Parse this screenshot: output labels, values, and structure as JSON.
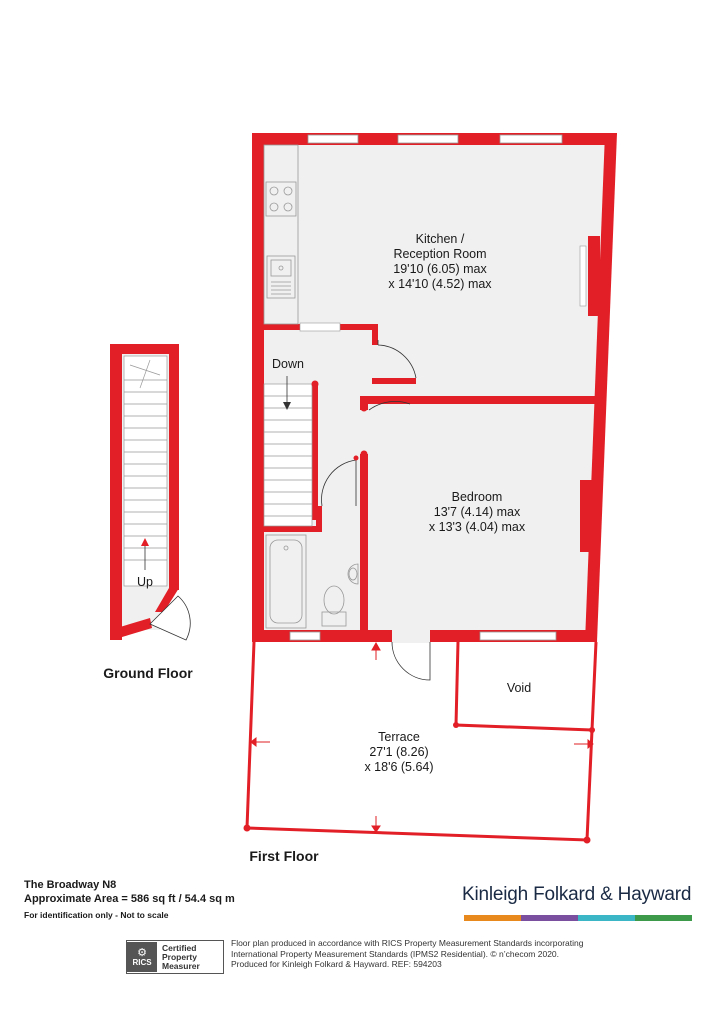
{
  "floors": {
    "ground": "Ground Floor",
    "first": "First Floor"
  },
  "rooms": {
    "kitchen": {
      "name1": "Kitchen /",
      "name2": "Reception Room",
      "dim1": "19'10 (6.05) max",
      "dim2": "x 14'10 (4.52) max"
    },
    "bedroom": {
      "name": "Bedroom",
      "dim1": "13'7 (4.14) max",
      "dim2": "x 13'3 (4.04) max"
    },
    "terrace": {
      "name": "Terrace",
      "dim1": "27'1 (8.26)",
      "dim2": "x 18'6 (5.64)"
    },
    "void": {
      "name": "Void"
    }
  },
  "stairs": {
    "down": "Down",
    "up": "Up"
  },
  "property": {
    "address": "The Broadway  N8",
    "area": "Approximate Area = 586 sq ft / 54.4 sq m",
    "note": "For identification only - Not to scale"
  },
  "brand": {
    "name": "Kinleigh Folkard & Hayward",
    "bar_colors": [
      "#e8891e",
      "#7a4fa0",
      "#3bb6c7",
      "#3d9a4a"
    ]
  },
  "rics": {
    "badge": "RICS",
    "line1": "Certified",
    "line2": "Property",
    "line3": "Measurer"
  },
  "disclaimer": {
    "line1": "Floor plan produced in accordance with RICS Property Measurement Standards incorporating",
    "line2": "International Property Measurement Standards (IPMS2 Residential).  © n’checom 2020.",
    "line3": "Produced for Kinleigh Folkard & Hayward.   REF: 594203"
  },
  "colors": {
    "wall": "#e21f26",
    "floor": "#f1f0f0",
    "fixture": "#999999"
  }
}
